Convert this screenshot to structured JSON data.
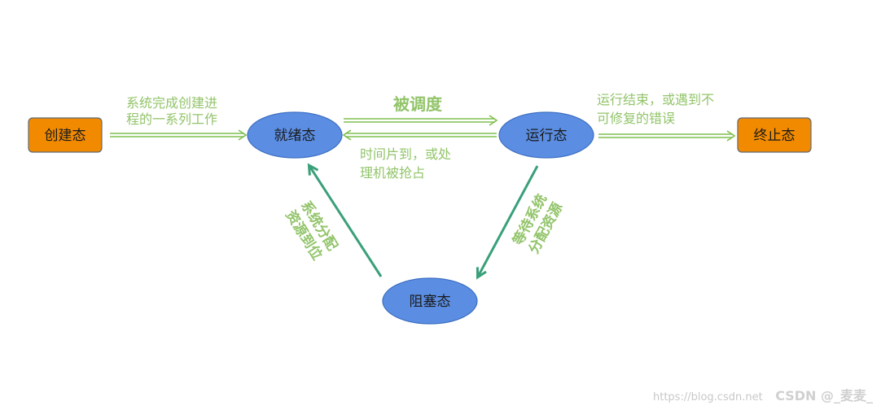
{
  "states": {
    "create": "创建态",
    "ready": "就绪态",
    "running": "运行态",
    "terminated": "终止态",
    "blocked": "阻塞态"
  },
  "transitions": {
    "create_to_ready": [
      "系统完成创建进",
      "程的一系列工作"
    ],
    "ready_to_running": "被调度",
    "running_to_ready": [
      "时间片到，或处",
      "理机被抢占"
    ],
    "running_to_terminated": [
      "运行结束，或遇到不",
      "可修复的错误"
    ],
    "running_to_blocked": [
      "等待系统",
      "分配资源"
    ],
    "blocked_to_ready": [
      "系统分配",
      "资源到位"
    ]
  },
  "watermark": {
    "url": "https://blog.csdn.net",
    "brand": "CSDN @_麦麦_"
  },
  "colors": {
    "terminal_fill": "#f28a00",
    "state_fill": "#5b8ee3",
    "state_stroke": "#3d6fc2",
    "label_green": "#92c46a",
    "arrow_green": "#7fbf4f",
    "arrow_teal": "#3aa07a"
  }
}
